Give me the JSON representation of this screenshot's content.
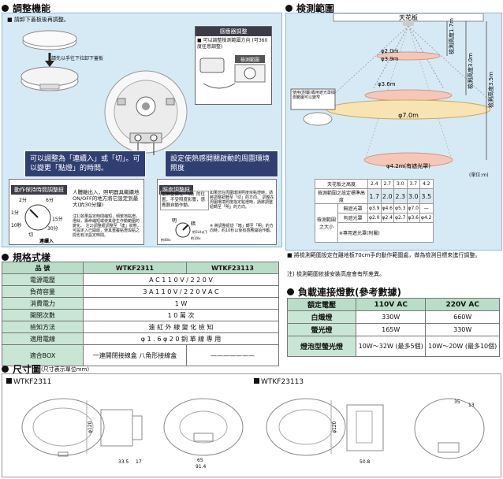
{
  "sections": {
    "adjust": "調整機能",
    "detect": "検測範圍",
    "spec": "規格式樣",
    "load": "負載連接燈數(參考數據)",
    "dims": "尺寸圖",
    "dims_sub": "(尺寸表示單位mm)"
  },
  "adjust": {
    "step1": "■ 請卸下蓋板後再調整。",
    "step2": "請先以手往下拉卸下蓋板",
    "sensor_adjust_title": "感應器調整",
    "sensor_adjust_note": "■ 可以調整檢測範圍方向 (可360度任意調整)",
    "sensor_adjust_tag": "檢測範圍",
    "callout1": "可以調整為「連續入」或「切」。可以變更「點燈」的時間。",
    "callout2": "設定使熱感開關啟動的周圍環境照度",
    "timer_header": "動作保持時間調整鈕",
    "timer_text": "人體離出入，照明器具繼續地ON/OFF的地方將它設定到最大(約30分鐘)",
    "timer_notes": "注1)如果設定時間縮短，頻繁地點燈，燈絲，壽命縮短或使其發生作動範圍的變化。 注2)調整鈕調整至「連」狀態，可設定入已開啟，使其重覆點燈與點之間也有法設定時間。",
    "lux_header": "照度調整鈕",
    "lux_box": "當開整鈕在「切」的位置，不受照度影響，感應器自動作動。",
    "lux_text": "如果您在周圍環境照度依點燈時，請將調整鈕轉至「切」的方向。 調整在周圍環境照度指定點燈時，請將調整鈕轉至「明」的方向。",
    "lux_note": "※ 將調整鈕從「暗」轉至「明」的方向時，約10秒以後有感應開始作動。",
    "dial_labels": [
      "2分",
      "6分",
      "1分",
      "15分",
      "10秒",
      "30分",
      "切",
      "連續入"
    ],
    "lux_labels": [
      "明",
      "暗",
      "約5LX以下",
      "約10lx",
      "約40lx"
    ]
  },
  "detect": {
    "ceiling": "天花板",
    "d1": "φ2.0m",
    "d2": "φ3.9m",
    "d3": "φ3.6m",
    "d4": "φ7.0m",
    "d5": "φ4.2m(有遮光罩)",
    "h1": "檢測高度1.7m",
    "h2": "檢測高度3.0m",
    "h3": "檢測高度3.5m",
    "shade_note": "使用(附屬)專用遮光罩檢測範圍可以變窄",
    "unit": "(單位:m)",
    "table": {
      "row_ceiling": "天花板之高度",
      "ceiling_values": [
        "2.4",
        "2.7",
        "3.0",
        "3.7",
        "4.2"
      ],
      "row_std": "檢測範圍之設定標準高度",
      "std_values": [
        "1.7",
        "2.0",
        "2.3",
        "3.0",
        "3.5"
      ],
      "row_range": "檢測範圍之大小",
      "no_shade": "無遮光罩",
      "no_shade_values": [
        "φ3.9",
        "φ4.6",
        "φ5.3",
        "φ7.0",
        "—"
      ],
      "shade": "有遮光罩",
      "shade_values": [
        "φ2.0",
        "φ2.4",
        "φ2.7",
        "φ3.6",
        "φ4.2"
      ],
      "shade_foot": "※專用遮光罩(附屬)"
    },
    "note1": "■ 將檢測範圍設定在離地板70cm手的動作範圍處，做為檢測目標來進行調整。",
    "note2": "注) 檢測範圍依據安裝高度會有所差異。"
  },
  "spec": {
    "model_label": "品 號",
    "model_a": "WTKF2311",
    "model_b": "WTKF23113",
    "rows": [
      {
        "label": "電源電壓",
        "value": "A C  1 1 0 V  /  2 2 0 V"
      },
      {
        "label": "負荷容量",
        "value": "3 A  1 1 0 V / 2 2 0 V  A C"
      },
      {
        "label": "消費電力",
        "value": "1 W"
      },
      {
        "label": "開閉次數",
        "value": "1 0 萬 次"
      },
      {
        "label": "檢知方法",
        "value": "遠 紅 外 線 變 化 檢 知"
      },
      {
        "label": "適用電線",
        "value": "φ 1 . 6  φ 2 0 銅 單 線 專 用"
      }
    ],
    "box_label": "適合BOX",
    "box_a": "一連開閉接線盒 八角形接線盒",
    "box_b": "———————"
  },
  "load": {
    "col0": "額定電壓",
    "col1": "110V  AC",
    "col2": "220V  AC",
    "rows": [
      {
        "label": "白熾燈",
        "a": "330W",
        "b": "660W"
      },
      {
        "label": "螢光燈",
        "a": "165W",
        "b": "330W"
      },
      {
        "label": "燈泡型螢光燈",
        "a": "10W～32W (最多5個)",
        "b": "10W～20W (最多10個)"
      }
    ]
  },
  "dims": {
    "model1": "WTKF2311",
    "model2": "WTKF23113",
    "dim_120": "φ120",
    "dim_335": "33.5",
    "dim_17": "17",
    "dim_65": "65",
    "dim_914": "91.4",
    "dim_508": "50.8",
    "dim_35": "35",
    "dim_13": "13"
  },
  "colors": {
    "blue_panel": "#d6eaf6",
    "green_cell": "#c8e6d3",
    "callout": "#2f3f72",
    "range_fill": "#f6c7b7"
  }
}
